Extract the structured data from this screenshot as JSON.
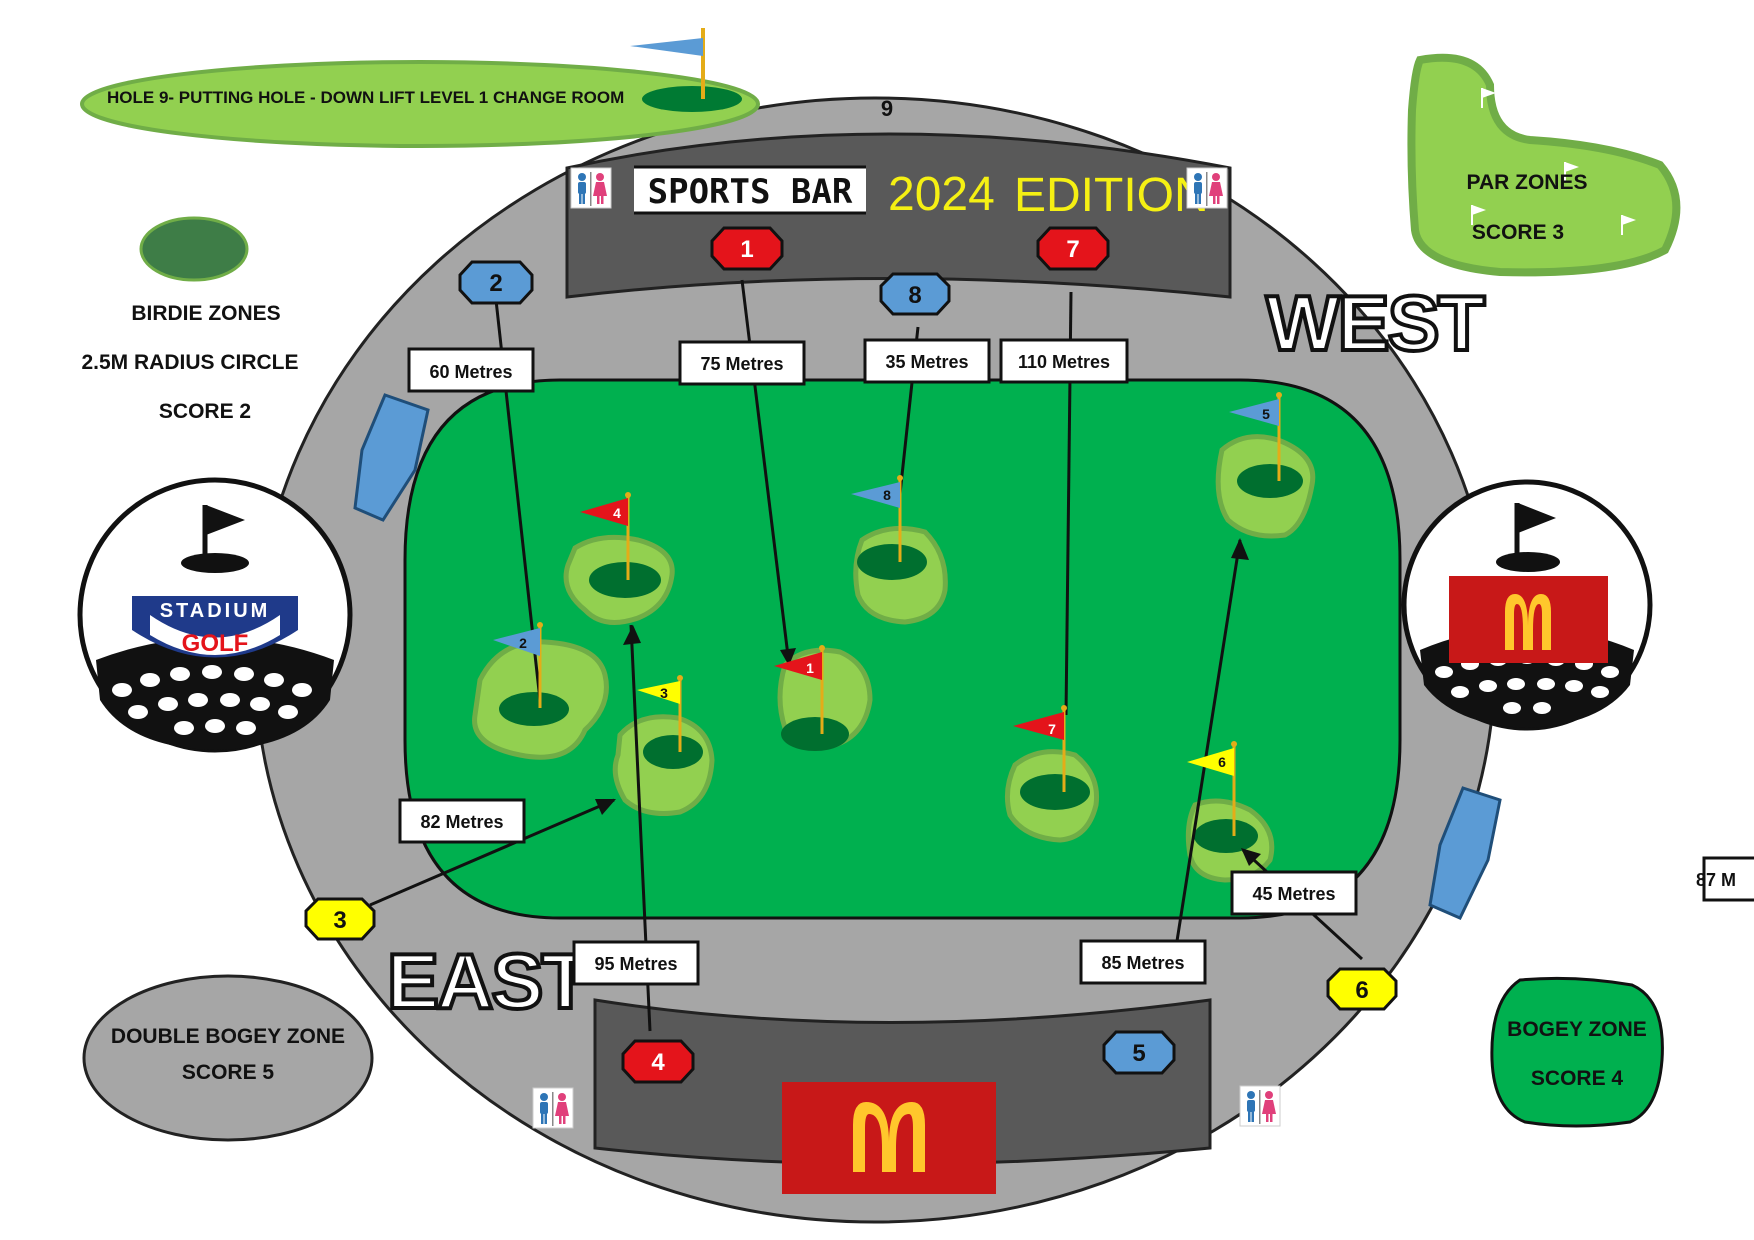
{
  "header": {
    "sports_bar": "SPORTS BAR",
    "edition_year": "2024",
    "edition_word": "EDITION"
  },
  "directions": {
    "west": "WEST",
    "east": "EAST"
  },
  "hole9": {
    "label": "HOLE 9- PUTTING HOLE - DOWN LIFT LEVEL 1 CHANGE ROOM",
    "stadium_marker": "9"
  },
  "legend": {
    "birdie": {
      "line1": "BIRDIE ZONES",
      "line2": "2.5M RADIUS CIRCLE",
      "line3": "SCORE 2"
    },
    "par": {
      "line1": "PAR ZONES",
      "line2": "SCORE 3"
    },
    "double_bogey": {
      "line1": "DOUBLE BOGEY ZONE",
      "line2": "SCORE 5"
    },
    "bogey": {
      "line1": "BOGEY ZONE",
      "line2": "SCORE 4"
    }
  },
  "logo": {
    "line1": "STADIUM",
    "line2": "GOLF"
  },
  "colors": {
    "red": "#e4141b",
    "blue": "#5b9bd5",
    "yellow": "#ffff00",
    "field": "#00b04f",
    "green_fill": "#92d050",
    "dark_green": "#006f2f",
    "grey": "#a6a6a6",
    "stand": "#595959",
    "mcd_red": "#c81818",
    "mcd_yellow": "#ffc72c"
  },
  "tees": [
    {
      "number": "1",
      "color": "red"
    },
    {
      "number": "2",
      "color": "blue"
    },
    {
      "number": "3",
      "color": "yellow"
    },
    {
      "number": "4",
      "color": "red"
    },
    {
      "number": "5",
      "color": "blue"
    },
    {
      "number": "6",
      "color": "yellow"
    },
    {
      "number": "7",
      "color": "red"
    },
    {
      "number": "8",
      "color": "blue"
    }
  ],
  "distances": {
    "hole1": "75 Metres",
    "hole2": "60 Metres",
    "hole3": "82 Metres",
    "hole4": "95 Metres",
    "hole5": "85 Metres",
    "hole6": "45 Metres",
    "hole7": "110 Metres",
    "hole8": "35 Metres",
    "offpage": "87 M"
  },
  "flags": [
    {
      "number": "1",
      "color": "red"
    },
    {
      "number": "2",
      "color": "blue"
    },
    {
      "number": "3",
      "color": "yellow"
    },
    {
      "number": "4",
      "color": "red"
    },
    {
      "number": "5",
      "color": "blue"
    },
    {
      "number": "6",
      "color": "yellow"
    },
    {
      "number": "7",
      "color": "red"
    },
    {
      "number": "8",
      "color": "blue"
    }
  ],
  "icons": [
    "restroom-icon",
    "mcdonalds-logo",
    "golf-flag-icon",
    "golf-ball-icon"
  ]
}
